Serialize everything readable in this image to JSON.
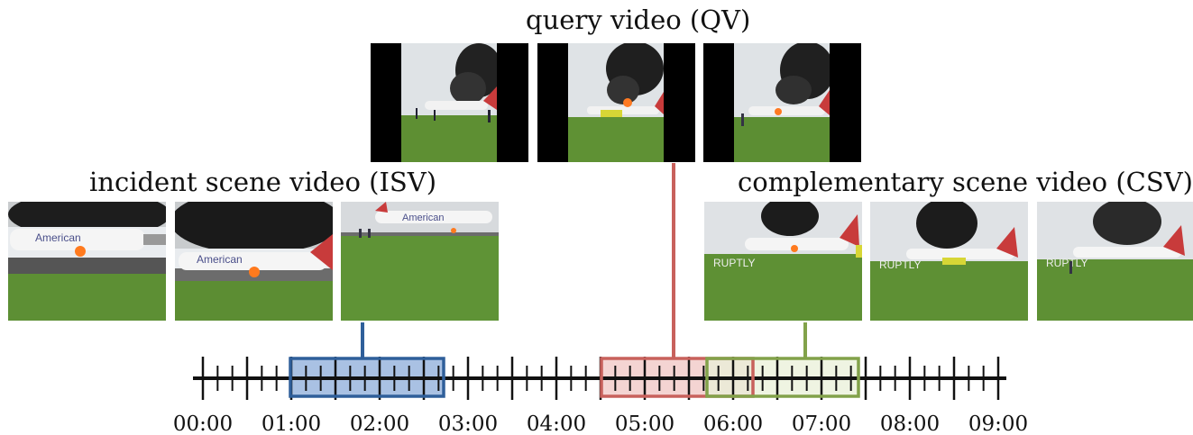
{
  "labels": {
    "qv": "query video (QV)",
    "isv": "incident scene video (ISV)",
    "csv": "complementary scene video (CSV)"
  },
  "watermark": "RUPTLY",
  "colors": {
    "isv": "#2f5f9a",
    "isv_fill": "#a9c1e3",
    "qv": "#c8615c",
    "qv_fill": "#f4d4d2",
    "csv": "#82a24a",
    "csv_fill": "#e9f0d8",
    "axis": "#111111"
  },
  "timeline": {
    "tick_labels": [
      "00:00",
      "01:00",
      "02:00",
      "03:00",
      "04:00",
      "05:00",
      "06:00",
      "07:00",
      "08:00",
      "09:00"
    ]
  }
}
